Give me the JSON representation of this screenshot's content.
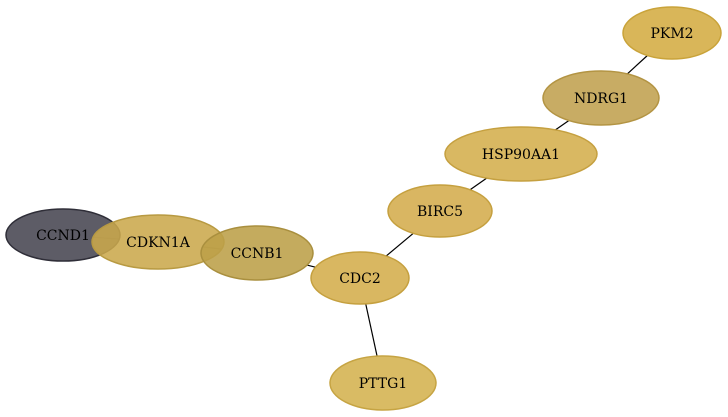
{
  "nodes": [
    {
      "id": "pkm2",
      "label": "PKM2",
      "fill": "#d4ac42",
      "stroke": "#c9a33a"
    },
    {
      "id": "ndrg1",
      "label": "NDRG1",
      "fill": "#c0a04f",
      "stroke": "#b39443"
    },
    {
      "id": "hsp90aa1",
      "label": "HSP90AA1",
      "fill": "#d4ae4c",
      "stroke": "#c5a040"
    },
    {
      "id": "birc5",
      "label": "BIRC5",
      "fill": "#d4ac4c",
      "stroke": "#c5a03f"
    },
    {
      "id": "cdc2",
      "label": "CDC2",
      "fill": "#d4ad4b",
      "stroke": "#c5a03f"
    },
    {
      "id": "pttg1",
      "label": "PTTG1",
      "fill": "#d4b24f",
      "stroke": "#c6a443"
    },
    {
      "id": "ccnb1",
      "label": "CCNB1",
      "fill": "#bc9f48",
      "stroke": "#a98f3e"
    },
    {
      "id": "cdkn1a",
      "label": "CDKN1A",
      "fill": "#cba94c",
      "stroke": "#b89a42"
    },
    {
      "id": "ccnd1",
      "label": "CCND1",
      "fill": "#4b4a55",
      "stroke": "#2f2e38"
    }
  ],
  "edges": [
    {
      "source": "pkm2",
      "target": "ndrg1"
    },
    {
      "source": "ndrg1",
      "target": "hsp90aa1"
    },
    {
      "source": "hsp90aa1",
      "target": "birc5"
    },
    {
      "source": "birc5",
      "target": "cdc2"
    },
    {
      "source": "cdc2",
      "target": "pttg1"
    },
    {
      "source": "cdc2",
      "target": "ccnb1"
    },
    {
      "source": "ccnb1",
      "target": "cdkn1a"
    },
    {
      "source": "cdkn1a",
      "target": "ccnd1"
    }
  ]
}
